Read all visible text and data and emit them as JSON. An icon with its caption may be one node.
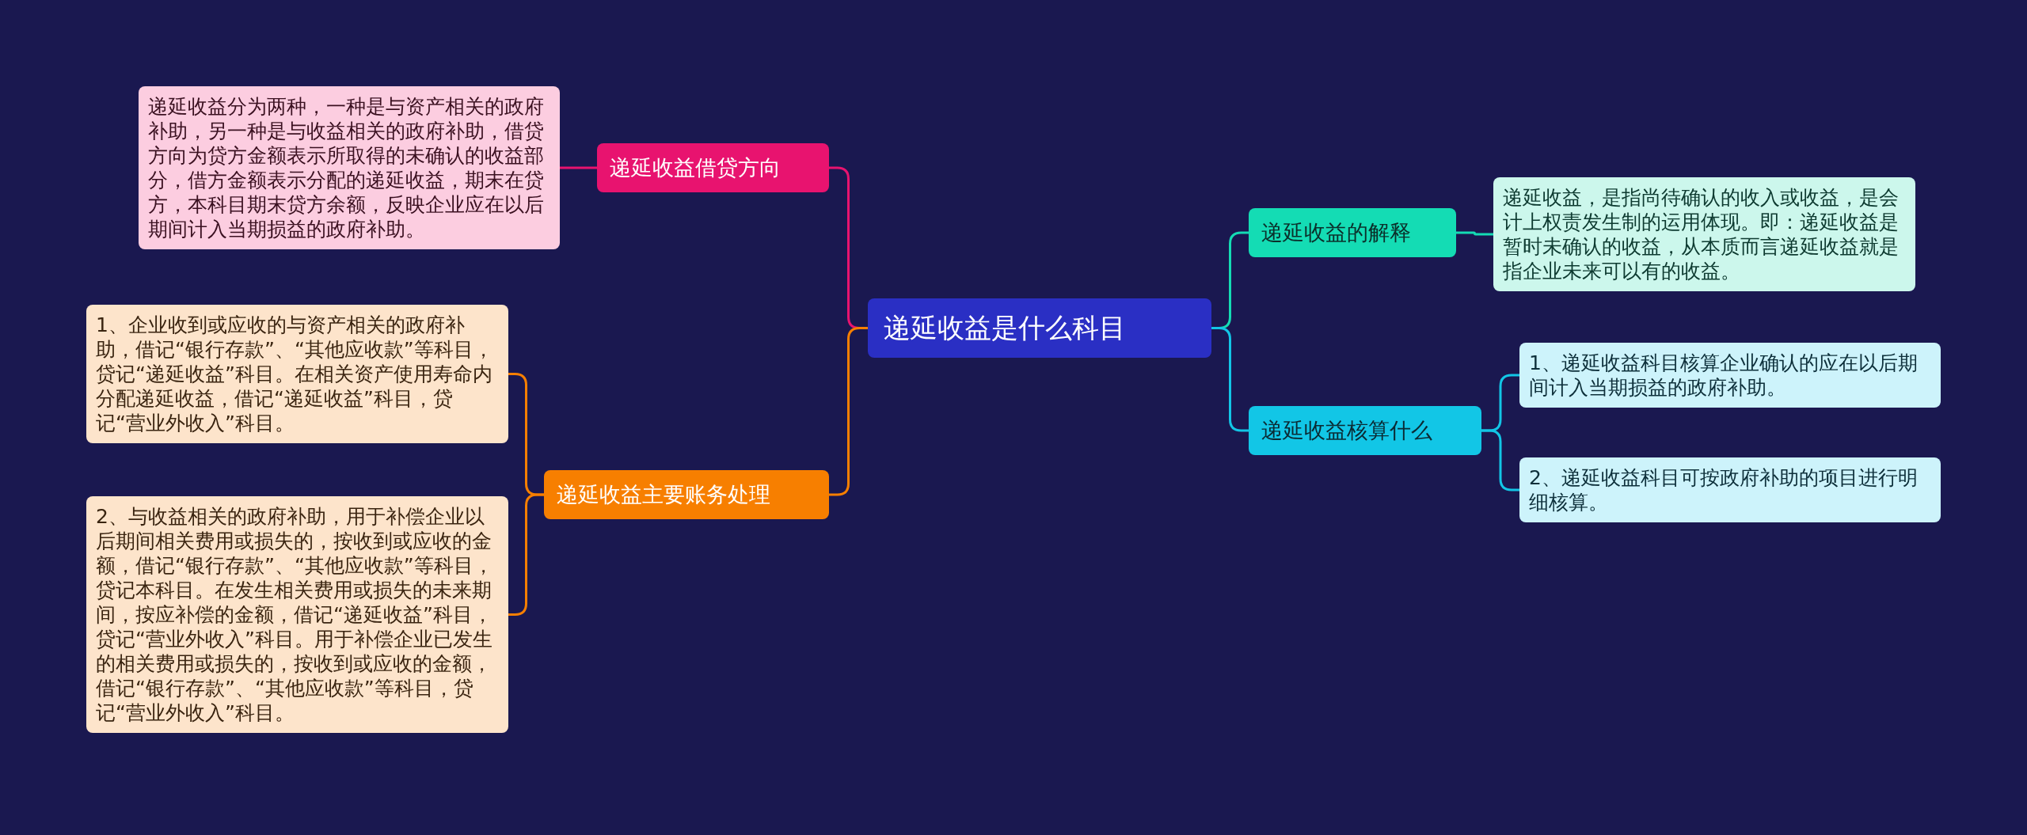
{
  "diagram": {
    "nodes": [
      {
        "text": [
          "递延收益是什么科目"
        ]
      },
      {
        "text": [
          "递延收益借贷方向"
        ]
      },
      {
        "text": [
          "递延收益分为两种，一种是与资产相关的政府补助，另一种是与收益相关的政府补助，借贷方向为贷方金额表示所取得的未确认的收益部分，借方金额表示分配的递延收益，期末在贷方，本科目期末贷方余额，反映企业应在以后期间计入当期损益的政府补助。"
        ]
      },
      {
        "text": [
          "递延收益主要账务处理"
        ]
      },
      {
        "text": [
          "1、企业收到或应收的与资产相关的政府补助，借记“银行存款”、“其他应收款”等科目，贷记“递延收益”科目。在相关资产使用寿命内分配递延收益，借记“递延收益”科目，贷记“营业外收入”科目。"
        ]
      },
      {
        "text": [
          "2、与收益相关的政府补助，用于补偿企业以后期间相关费用或损失的，按收到或应收的金额，借记“银行存款”、“其他应收款”等科目，贷记本科目。在发生相关费用或损失的未来期间，按应补偿的金额，借记“递延收益”科目，贷记“营业外收入”科目。用于补偿企业已发生的相关费用或损失的，按收到或应收的金额，借记“银行存款”、“其他应收款”等科目，贷记“营业外收入”科目。"
        ]
      },
      {
        "text": [
          "递延收益的解释"
        ]
      },
      {
        "text": [
          "递延收益，是指尚待确认的收入或收益，是会计上权责发生制的运用体现。即：递延收益是暂时未确认的收益，从本质而言递延收益就是指企业未来可以有的收益。"
        ]
      },
      {
        "text": [
          "递延收益核算什么"
        ]
      },
      {
        "text": [
          "1、递延收益科目核算企业确认的应在以后期间计入当期损益的政府补助。"
        ]
      },
      {
        "text": [
          "2、递延收益科目可按政府补助的项目进行明细核算。"
        ]
      }
    ],
    "edges": [
      {
        "from": 0,
        "to": 1,
        "arrow": "none",
        "color": "#e8136f"
      },
      {
        "from": 1,
        "to": 2,
        "arrow": "none",
        "color": "#e8136f"
      },
      {
        "from": 0,
        "to": 3,
        "arrow": "none",
        "color": "#f77f00"
      },
      {
        "from": 3,
        "to": 4,
        "arrow": "none",
        "color": "#f77f00"
      },
      {
        "from": 3,
        "to": 5,
        "arrow": "none",
        "color": "#f77f00"
      },
      {
        "from": 0,
        "to": 6,
        "arrow": "none",
        "color": "#14dcb4"
      },
      {
        "from": 6,
        "to": 7,
        "arrow": "none",
        "color": "#14dcb4"
      },
      {
        "from": 0,
        "to": 8,
        "arrow": "none",
        "color": "#12c6e6"
      },
      {
        "from": 8,
        "to": 9,
        "arrow": "none",
        "color": "#12c6e6"
      },
      {
        "from": 8,
        "to": 10,
        "arrow": "none",
        "color": "#12c6e6"
      }
    ]
  }
}
